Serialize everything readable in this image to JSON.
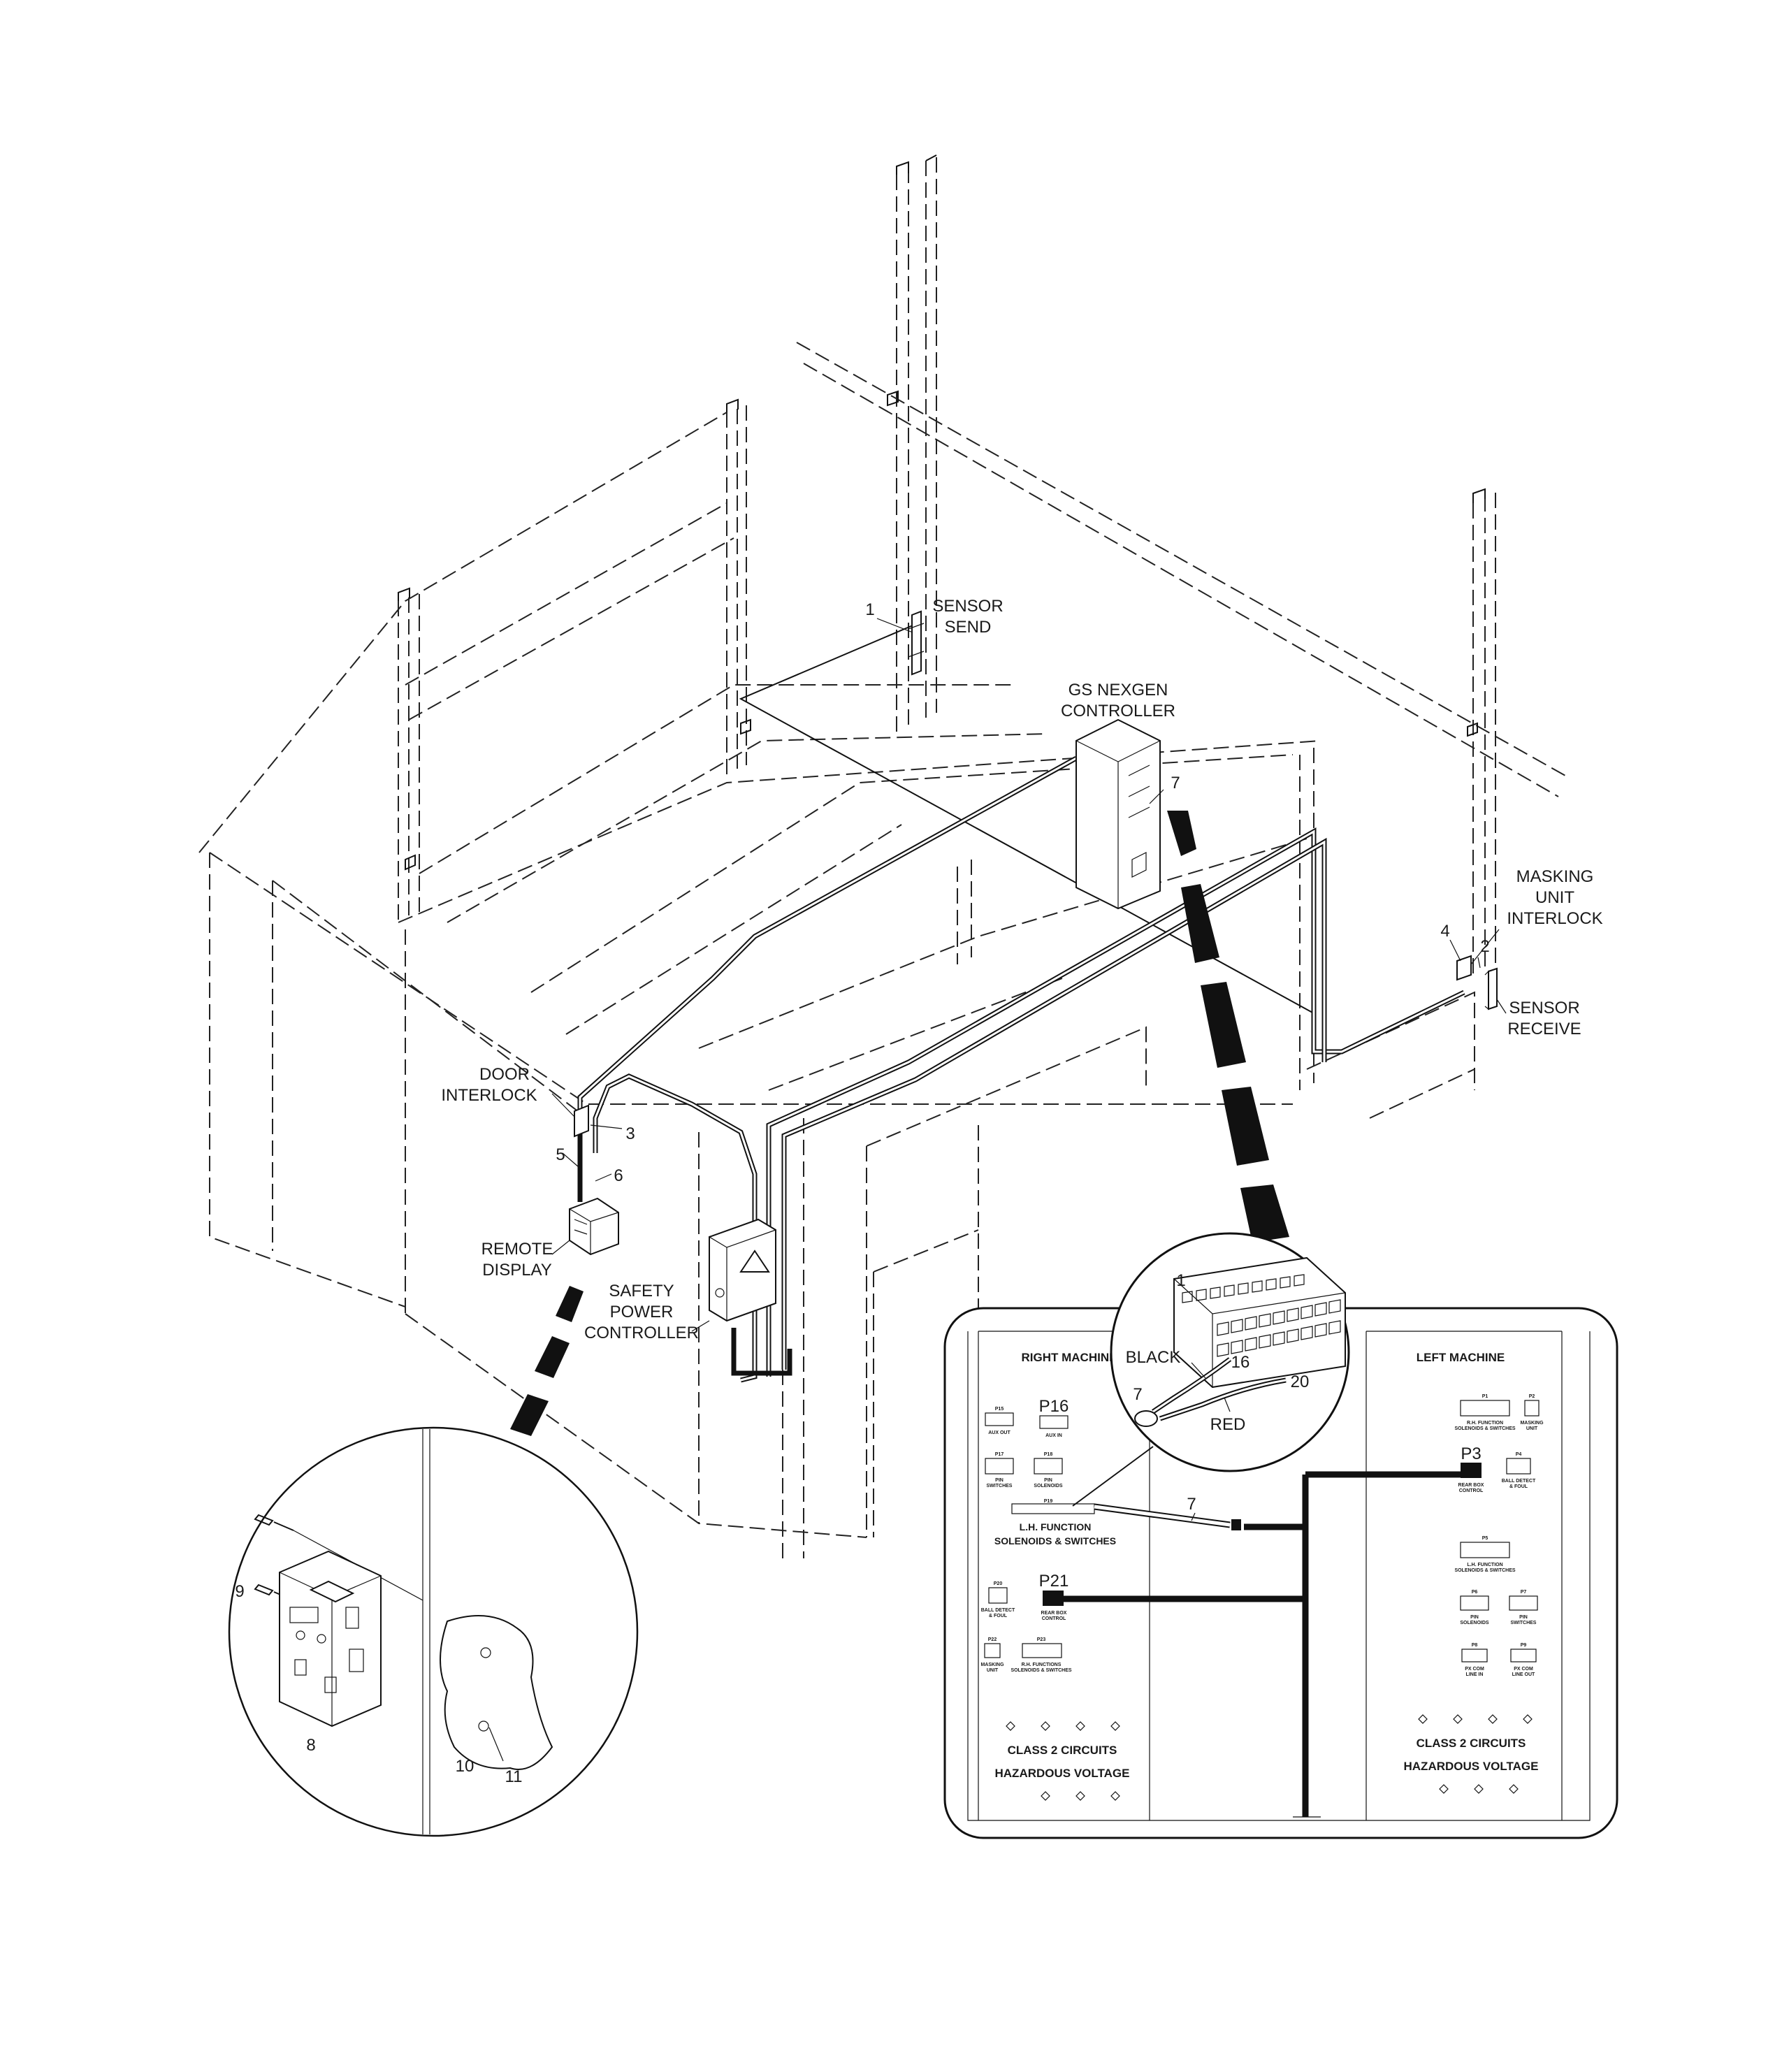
{
  "labels": {
    "sensor_send": [
      "SENSOR",
      "SEND"
    ],
    "gs_nexgen_controller": [
      "GS NEXGEN",
      "CONTROLLER"
    ],
    "masking_unit_interlock": [
      "MASKING",
      "UNIT",
      "INTERLOCK"
    ],
    "sensor_receive": [
      "SENSOR",
      "RECEIVE"
    ],
    "door_interlock": [
      "DOOR",
      "INTERLOCK"
    ],
    "remote_display": [
      "REMOTE",
      "DISPLAY"
    ],
    "safety_power_controller": [
      "SAFETY",
      "POWER",
      "CONTROLLER"
    ]
  },
  "callouts": {
    "c1": "1",
    "c2": "2",
    "c3": "3",
    "c4": "4",
    "c5": "5",
    "c6": "6",
    "c7_top": "7",
    "c7_left": "7",
    "c7_cable": "7",
    "c8": "8",
    "c9": "9",
    "c10": "10",
    "c11": "11"
  },
  "connector_detail": {
    "pin_first": "1",
    "pin_16": "16",
    "pin_20": "20",
    "wire_black": "BLACK",
    "wire_red": "RED"
  },
  "panel": {
    "right_title": "RIGHT MACHINE",
    "left_title": "LEFT MACHINE",
    "right_ports": [
      {
        "id": "P15",
        "desc": [
          "AUX OUT"
        ]
      },
      {
        "id": "P16",
        "desc": [
          "AUX IN"
        ]
      },
      {
        "id": "P17",
        "desc": [
          "PIN",
          "SWITCHES"
        ]
      },
      {
        "id": "P18",
        "desc": [
          "PIN",
          "SOLENOIDS"
        ]
      },
      {
        "id": "P19",
        "desc": [
          "L.H. FUNCTION",
          "SOLENOIDS & SWITCHES"
        ]
      },
      {
        "id": "P20",
        "desc": [
          "BALL DETECT",
          "& FOUL"
        ]
      },
      {
        "id": "P21",
        "desc": [
          "REAR BOX",
          "CONTROL"
        ]
      },
      {
        "id": "P22",
        "desc": [
          "MASKING",
          "UNIT"
        ]
      },
      {
        "id": "P23",
        "desc": [
          "R.H. FUNCTIONS",
          "SOLENOIDS & SWITCHES"
        ]
      }
    ],
    "left_ports": [
      {
        "id": "P1",
        "desc": [
          "R.H. FUNCTION",
          "SOLENOIDS & SWITCHES"
        ]
      },
      {
        "id": "P2",
        "desc": [
          "MASKING",
          "UNIT"
        ]
      },
      {
        "id": "P3",
        "desc": [
          "REAR BOX",
          "CONTROL"
        ]
      },
      {
        "id": "P4",
        "desc": [
          "BALL DETECT",
          "& FOUL"
        ]
      },
      {
        "id": "P5",
        "desc": [
          "L.H. FUNCTION",
          "SOLENOIDS & SWITCHES"
        ]
      },
      {
        "id": "P6",
        "desc": [
          "PIN",
          "SOLENOIDS"
        ]
      },
      {
        "id": "P7",
        "desc": [
          "PIN",
          "SWITCHES"
        ]
      },
      {
        "id": "P8",
        "desc": [
          "PX COM",
          "LINE IN"
        ]
      },
      {
        "id": "P9",
        "desc": [
          "PX COM",
          "LINE OUT"
        ]
      }
    ],
    "class2": "CLASS 2 CIRCUITS",
    "hazard": "HAZARDOUS VOLTAGE"
  }
}
